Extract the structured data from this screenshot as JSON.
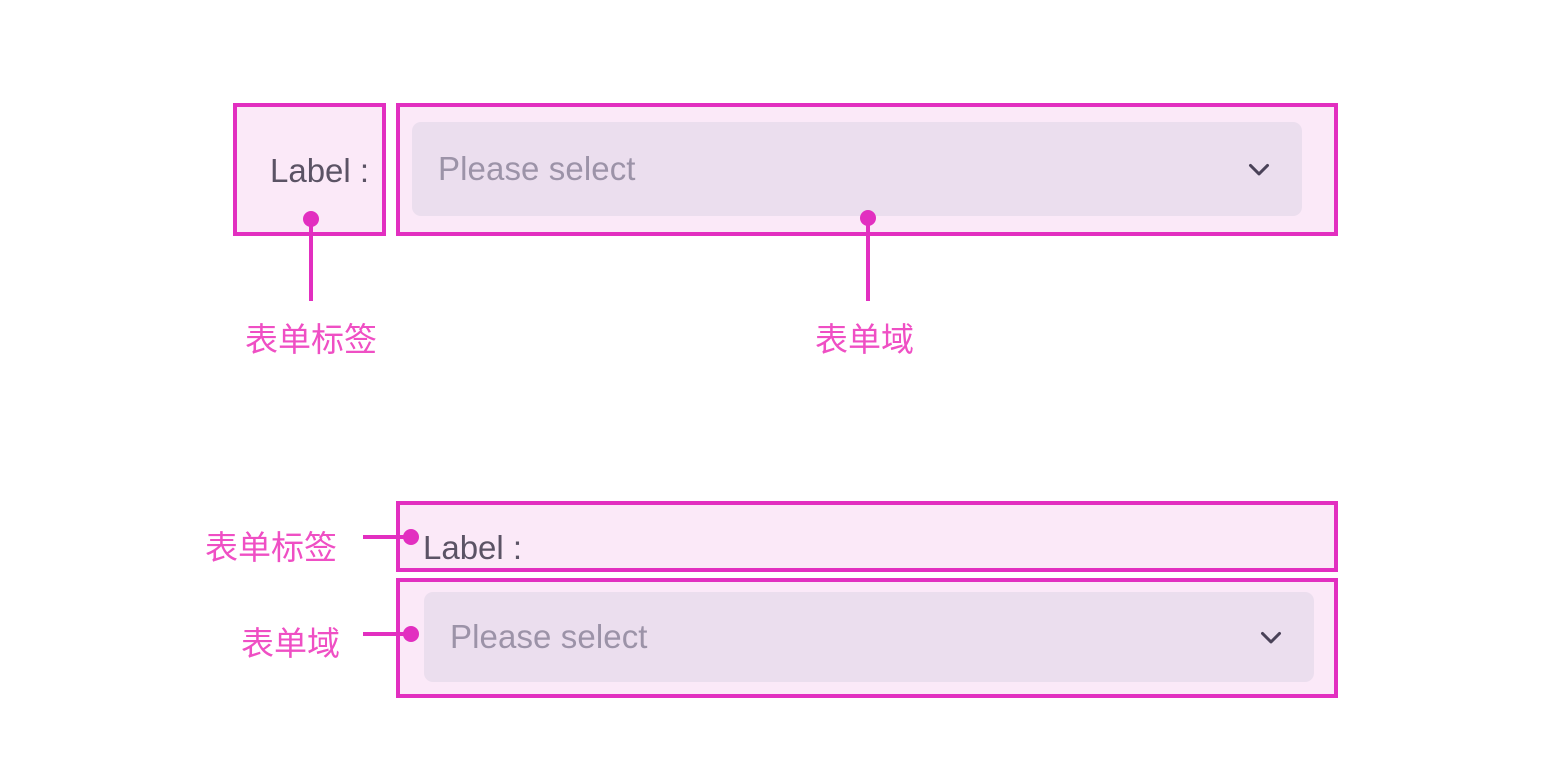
{
  "colors": {
    "annotation_border": "#e22fc0",
    "annotation_fill": "#fbe9f8",
    "select_fill": "#ebdeee",
    "placeholder_text": "#9c93a8",
    "label_text": "#5b5365",
    "callout_text": "#ef4fc4",
    "chevron": "#4a4258",
    "page_background": "#ffffff"
  },
  "top_group": {
    "label_box": {
      "label_text": "Label :"
    },
    "field_box": {
      "select": {
        "placeholder": "Please select",
        "chevron_icon": "chevron-down-icon"
      }
    },
    "callouts": [
      {
        "text": "表单标签",
        "target": "form-label"
      },
      {
        "text": "表单域",
        "target": "form-field"
      }
    ]
  },
  "bottom_group": {
    "label_box": {
      "label_text": "Label :"
    },
    "field_box": {
      "select": {
        "placeholder": "Please select",
        "chevron_icon": "chevron-down-icon"
      }
    },
    "callouts": [
      {
        "text": "表单标签",
        "target": "form-label"
      },
      {
        "text": "表单域",
        "target": "form-field"
      }
    ]
  }
}
